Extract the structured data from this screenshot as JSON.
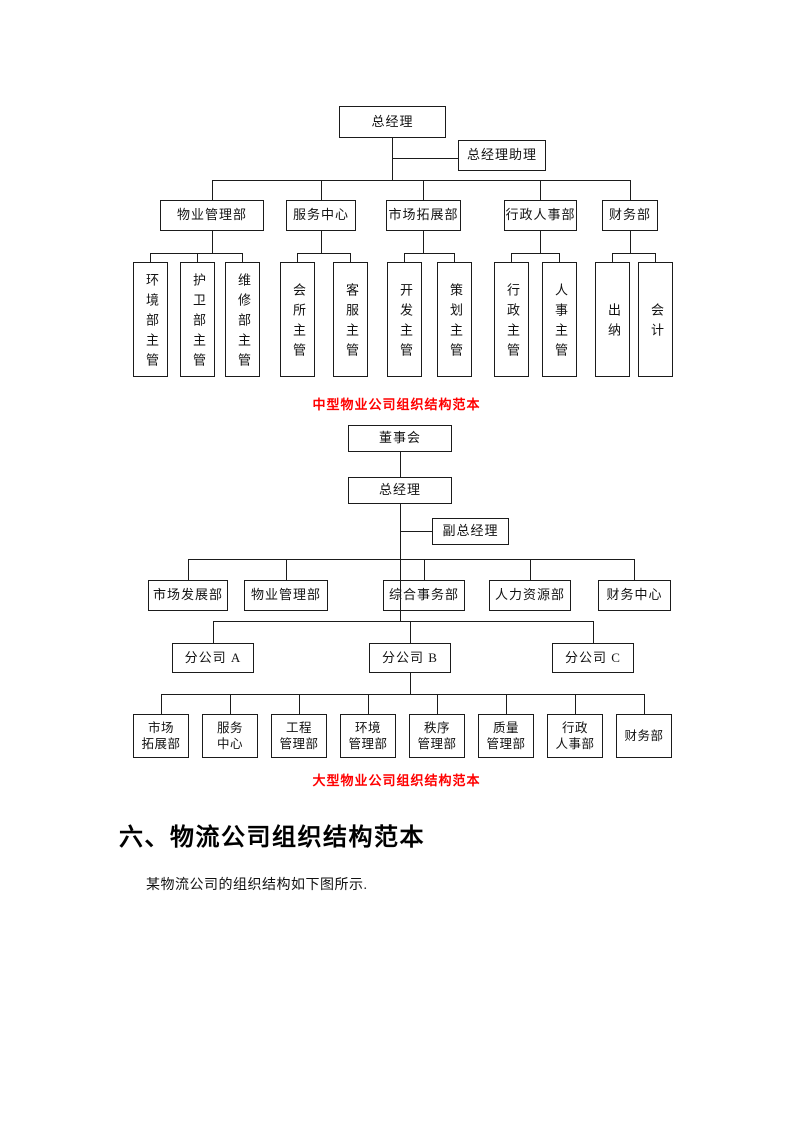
{
  "document": {
    "section_heading": "六、物流公司组织结构范本",
    "intro_text": "某物流公司的组织结构如下图所示.",
    "caption_color": "#ff0000",
    "line_color": "#1b1b1b"
  },
  "chart_medium": {
    "caption": "中型物业公司组织结构范本",
    "root": "总经理",
    "assistant": "总经理助理",
    "departments": [
      "物业管理部",
      "服务中心",
      "市场拓展部",
      "行政人事部",
      "财务部"
    ],
    "positions": [
      "环境部主管",
      "护卫部主管",
      "维修部主管",
      "会所主管",
      "客服主管",
      "开发主管",
      "策划主管",
      "行政主管",
      "人事主管",
      "出纳",
      "会计"
    ],
    "structure": {
      "物业管理部": [
        "环境部主管",
        "护卫部主管",
        "维修部主管"
      ],
      "服务中心": [
        "会所主管",
        "客服主管"
      ],
      "市场拓展部": [
        "开发主管",
        "策划主管"
      ],
      "行政人事部": [
        "行政主管",
        "人事主管"
      ],
      "财务部": [
        "出纳",
        "会计"
      ]
    }
  },
  "chart_large": {
    "caption": "大型物业公司组织结构范本",
    "board": "董事会",
    "gm": "总经理",
    "deputy_gm": "副总经理",
    "departments": [
      "市场发展部",
      "物业管理部",
      "综合事务部",
      "人力资源部",
      "财务中心"
    ],
    "branches": [
      "分公司 A",
      "分公司 B",
      "分公司 C"
    ],
    "branch_departments": [
      "市场\n拓展部",
      "服务\n中心",
      "工程\n管理部",
      "环境\n管理部",
      "秩序\n管理部",
      "质量\n管理部",
      "行政\n人事部",
      "财务部"
    ]
  }
}
